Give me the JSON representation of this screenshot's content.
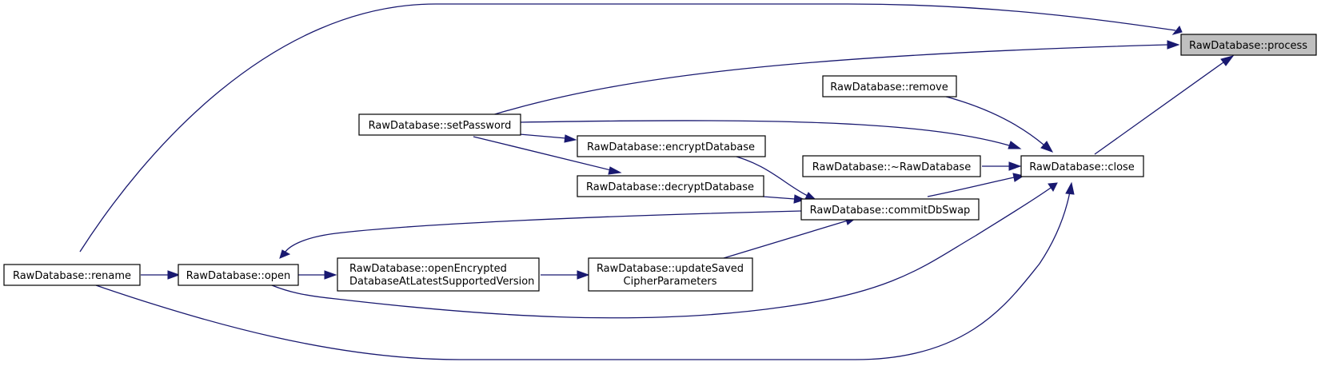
{
  "diagram": {
    "type": "call-graph",
    "edge_color": "#191970",
    "highlight_color": "#bfbfbf",
    "nodes": {
      "process": {
        "label": [
          "RawDatabase::process"
        ],
        "highlight": true
      },
      "close": {
        "label": [
          "RawDatabase::close"
        ]
      },
      "remove": {
        "label": [
          "RawDatabase::remove"
        ]
      },
      "destructor": {
        "label": [
          "RawDatabase::~RawDatabase"
        ]
      },
      "setPassword": {
        "label": [
          "RawDatabase::setPassword"
        ]
      },
      "encryptDatabase": {
        "label": [
          "RawDatabase::encryptDatabase"
        ]
      },
      "decryptDatabase": {
        "label": [
          "RawDatabase::decryptDatabase"
        ]
      },
      "commitDbSwap": {
        "label": [
          "RawDatabase::commitDbSwap"
        ]
      },
      "rename": {
        "label": [
          "RawDatabase::rename"
        ]
      },
      "open": {
        "label": [
          "RawDatabase::open"
        ]
      },
      "openEncrypted": {
        "label": [
          "RawDatabase::openEncrypted",
          "DatabaseAtLatestSupportedVersion"
        ]
      },
      "updateSaved": {
        "label": [
          "RawDatabase::updateSaved",
          "CipherParameters"
        ]
      }
    },
    "edges": [
      [
        "rename",
        "process"
      ],
      [
        "setPassword",
        "process"
      ],
      [
        "close",
        "process"
      ],
      [
        "remove",
        "close"
      ],
      [
        "setPassword",
        "close"
      ],
      [
        "destructor",
        "close"
      ],
      [
        "commitDbSwap",
        "close"
      ],
      [
        "open",
        "close"
      ],
      [
        "rename",
        "close"
      ],
      [
        "setPassword",
        "encryptDatabase"
      ],
      [
        "setPassword",
        "decryptDatabase"
      ],
      [
        "encryptDatabase",
        "commitDbSwap"
      ],
      [
        "decryptDatabase",
        "commitDbSwap"
      ],
      [
        "updateSaved",
        "commitDbSwap"
      ],
      [
        "commitDbSwap",
        "open"
      ],
      [
        "rename",
        "open"
      ],
      [
        "open",
        "openEncrypted"
      ],
      [
        "openEncrypted",
        "updateSaved"
      ]
    ]
  }
}
